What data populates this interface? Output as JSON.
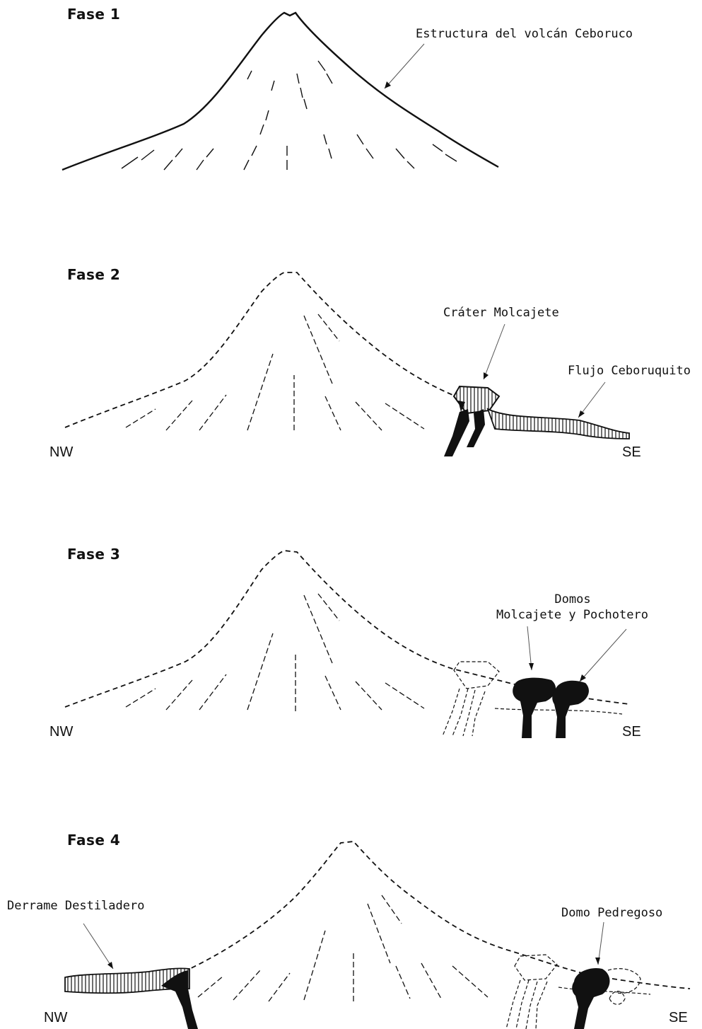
{
  "phases": [
    {
      "title": "Fase 1",
      "labels": {
        "structure": "Estructura del volcán Ceboruco"
      }
    },
    {
      "title": "Fase 2",
      "labels": {
        "crater": "Cráter Molcajete",
        "flow": "Flujo Ceboruquito"
      },
      "directions": {
        "left": "NW",
        "right": "SE"
      }
    },
    {
      "title": "Fase 3",
      "labels": {
        "domes_line1": "Domos",
        "domes_line2": "Molcajete y Pochotero"
      },
      "directions": {
        "left": "NW",
        "right": "SE"
      }
    },
    {
      "title": "Fase 4",
      "labels": {
        "lava": "Derrame Destiladero",
        "dome": "Domo Pedregoso"
      },
      "directions": {
        "left": "NW",
        "right": "SE"
      }
    }
  ]
}
